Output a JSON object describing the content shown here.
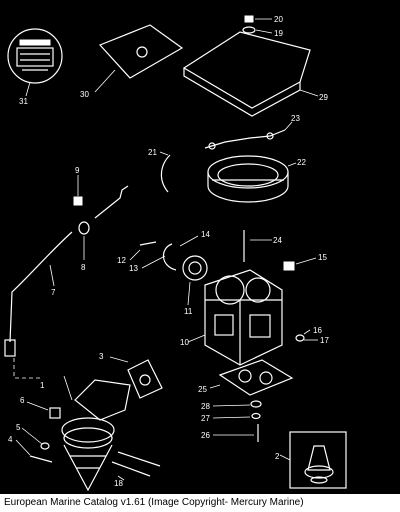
{
  "caption": "European Marine Catalog v1.61 (Image Copyright- Mercury Marine)",
  "callouts": [
    "1",
    "2",
    "3",
    "4",
    "5",
    "6",
    "7",
    "8",
    "9",
    "10",
    "11",
    "12",
    "13",
    "14",
    "15",
    "16",
    "17",
    "18",
    "19",
    "20",
    "21",
    "22",
    "23",
    "24",
    "25",
    "26",
    "27",
    "28",
    "29",
    "30",
    "31"
  ]
}
